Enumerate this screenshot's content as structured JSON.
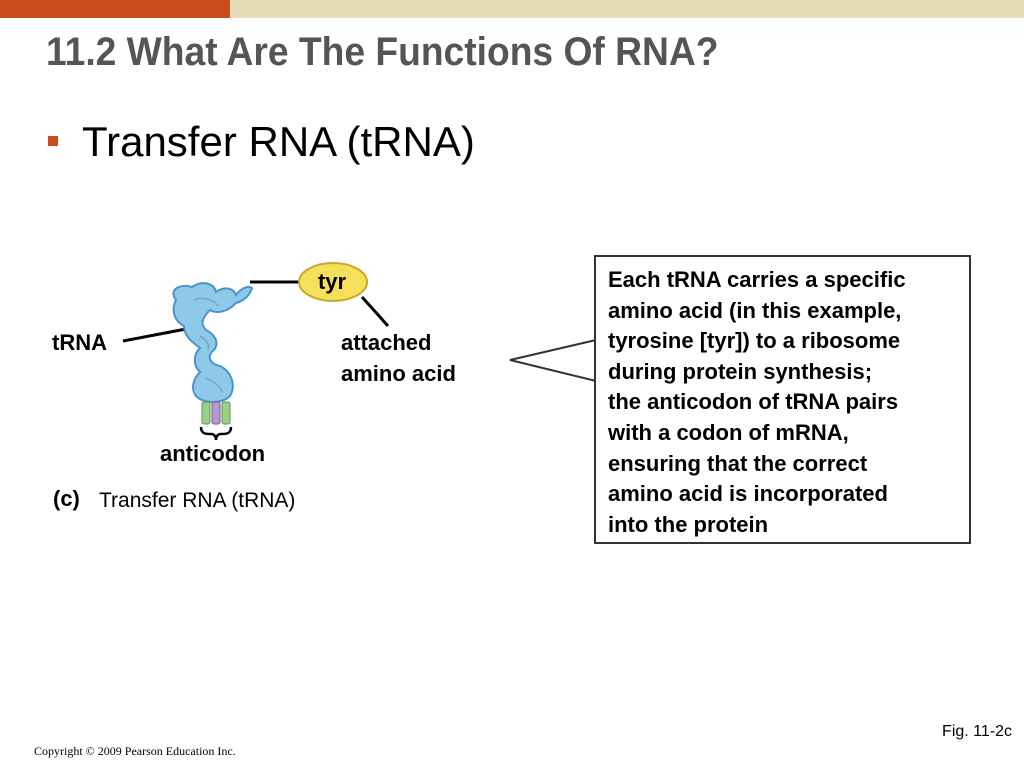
{
  "colors": {
    "bar_left": "#c84d1c",
    "bar_right": "#e8dcb8",
    "bullet": "#c84d1c",
    "trna_body": "#8ec9ea",
    "trna_outline": "#4a95c8",
    "tyr_fill": "#f4e05a",
    "tyr_stroke": "#c8a928",
    "base_green": "#9bd08a",
    "base_purple": "#b79ad0"
  },
  "slide": {
    "title": "11.2 What Are The Functions Of RNA?",
    "bullet": "Transfer RNA (tRNA)"
  },
  "diagram": {
    "trna_label": "tRNA",
    "tyr_label": "tyr",
    "attached_line1": "attached",
    "attached_line2": "amino acid",
    "anticodon_label": "anticodon",
    "panel_letter": "(c)",
    "caption": "Transfer RNA (tRNA)"
  },
  "callout": {
    "lines": [
      "Each tRNA carries a specific",
      "amino acid (in this example,",
      "tyrosine [tyr]) to a ribosome",
      "during protein synthesis;",
      "the anticodon of tRNA pairs",
      "with a codon of mRNA,",
      "ensuring that the correct",
      "amino acid is incorporated",
      "into the protein"
    ]
  },
  "footer": {
    "fig_ref": "Fig. 11-2c",
    "copyright": "Copyright © 2009 Pearson Education Inc."
  }
}
